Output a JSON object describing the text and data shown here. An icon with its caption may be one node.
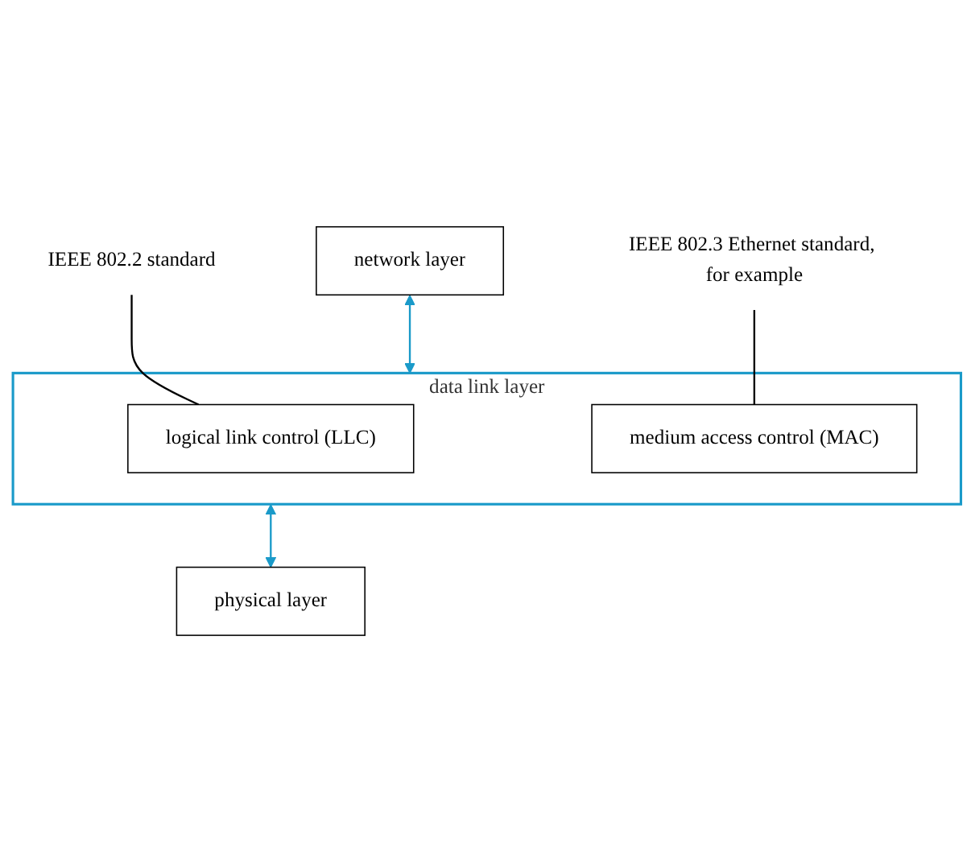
{
  "diagram": {
    "nodes": [
      {
        "text": [
          "network layer"
        ]
      },
      {
        "text": [
          "data link layer"
        ]
      },
      {
        "text": [
          "logical link control (LLC)"
        ],
        "in": 1
      },
      {
        "text": [
          "medium access control (MAC)"
        ],
        "in": 1
      },
      {
        "text": [
          "physical layer"
        ]
      },
      {
        "text": [
          "IEEE 802.2 standard"
        ]
      },
      {
        "text": [
          "IEEE 802.3 Ethernet standard, for example"
        ]
      }
    ],
    "edges": [
      {
        "from": 0,
        "to": 1,
        "arrow": "both",
        "color": "#1a9ac9"
      },
      {
        "from": 1,
        "to": 4,
        "arrow": "both",
        "color": "#1a9ac9"
      },
      {
        "from": 5,
        "to": 2,
        "arrow": "none",
        "color": "#000000"
      },
      {
        "from": 6,
        "to": 3,
        "arrow": "none",
        "color": "#000000"
      }
    ]
  }
}
